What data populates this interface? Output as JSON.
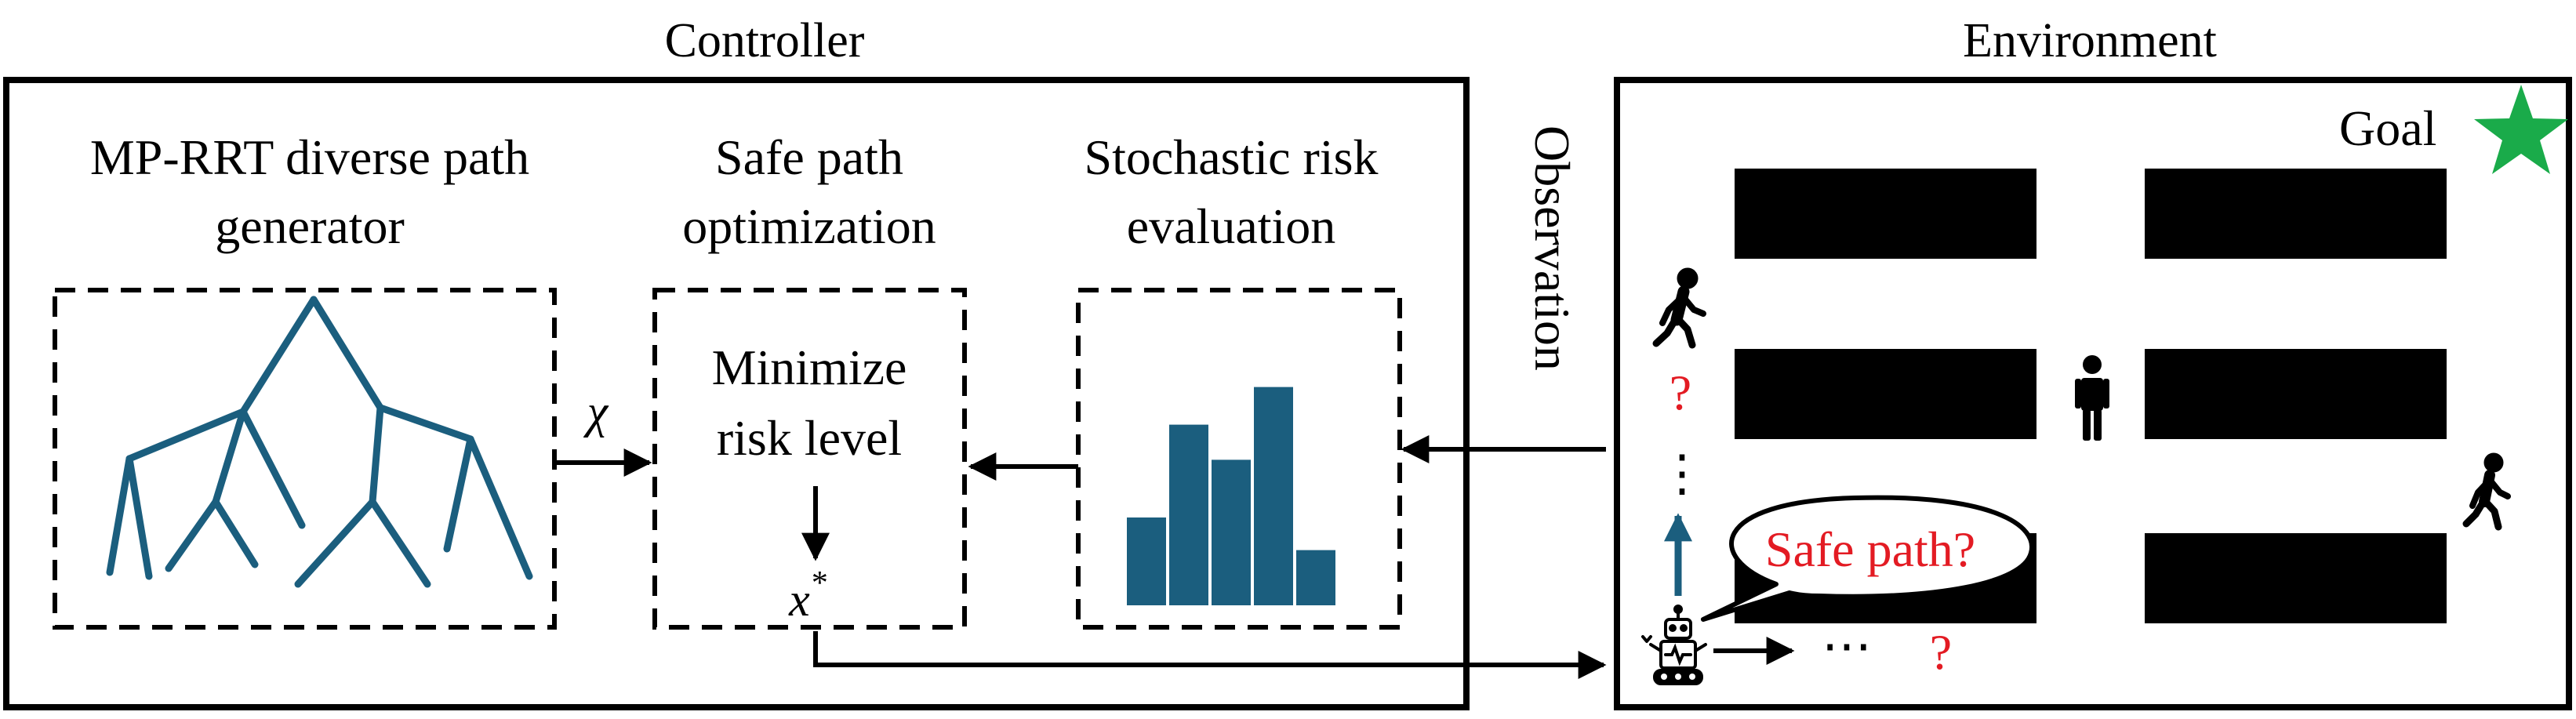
{
  "controller": {
    "title": "Controller",
    "generator": {
      "line1": "MP-RRT diverse path",
      "line2": "generator"
    },
    "optimizer": {
      "line1": "Safe path",
      "line2": "optimization",
      "inner1": "Minimize",
      "inner2": "risk level"
    },
    "evaluator": {
      "line1": "Stochastic risk",
      "line2": "evaluation"
    },
    "symbols": {
      "chi": "χ",
      "chi_star_base": "x",
      "chi_star_sup": "*"
    }
  },
  "observation_label": "Observation",
  "environment": {
    "title": "Environment",
    "goal_label": "Goal",
    "speech": "Safe path?",
    "question_mark": "?",
    "ellipsis": "⋯",
    "vertical_ellipsis": "⋮"
  },
  "chart_data": {
    "type": "bar",
    "values": [
      0.35,
      0.72,
      0.58,
      0.87,
      0.22
    ]
  },
  "colors": {
    "accent": "#1b5e7e",
    "goal_star": "#1aab4a",
    "question": "#e31b23",
    "blocks": "#000000"
  },
  "icons": [
    "tree-icon",
    "histogram-icon",
    "walking-person-icon",
    "standing-person-icon",
    "robot-icon",
    "star-icon",
    "speech-bubble"
  ]
}
